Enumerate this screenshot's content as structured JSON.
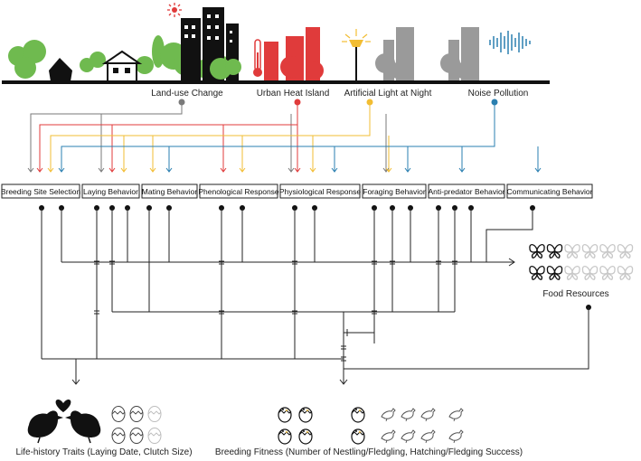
{
  "stressors": [
    {
      "label": "Land-use Change",
      "color": "#7a7a7a"
    },
    {
      "label": "Urban Heat Island",
      "color": "#e03b3b"
    },
    {
      "label": "Artificial Light at Night",
      "color": "#f2bd33"
    },
    {
      "label": "Noise Pollution",
      "color": "#2a7fb0"
    }
  ],
  "behaviors": [
    {
      "label": "Breeding Site Selection"
    },
    {
      "label": "Laying Behavior"
    },
    {
      "label": "Mating Behavior"
    },
    {
      "label": "Phenological Response"
    },
    {
      "label": "Physiological Response"
    },
    {
      "label": "Foraging Behavior"
    },
    {
      "label": "Anti-predator Behavior"
    },
    {
      "label": "Communicating Behavior"
    }
  ],
  "outcomes": {
    "food": "Food Resources",
    "life_history": "Life-history Traits (Laying Date, Clutch Size)",
    "fitness": "Breeding Fitness (Number of Nestling/Fledgling, Hatching/Fledging Success)"
  },
  "icons": {
    "city_skyline": "city-skyline-icon",
    "thermometer": "thermometer-icon",
    "street_lamp": "street-lamp-icon",
    "sound_wave": "sound-wave-icon",
    "sun": "sun-icon",
    "butterfly": "butterfly-icon",
    "bird_pair": "bird-pair-icon",
    "egg": "egg-icon",
    "nestling": "nestling-icon",
    "fledgling": "fledgling-icon"
  }
}
